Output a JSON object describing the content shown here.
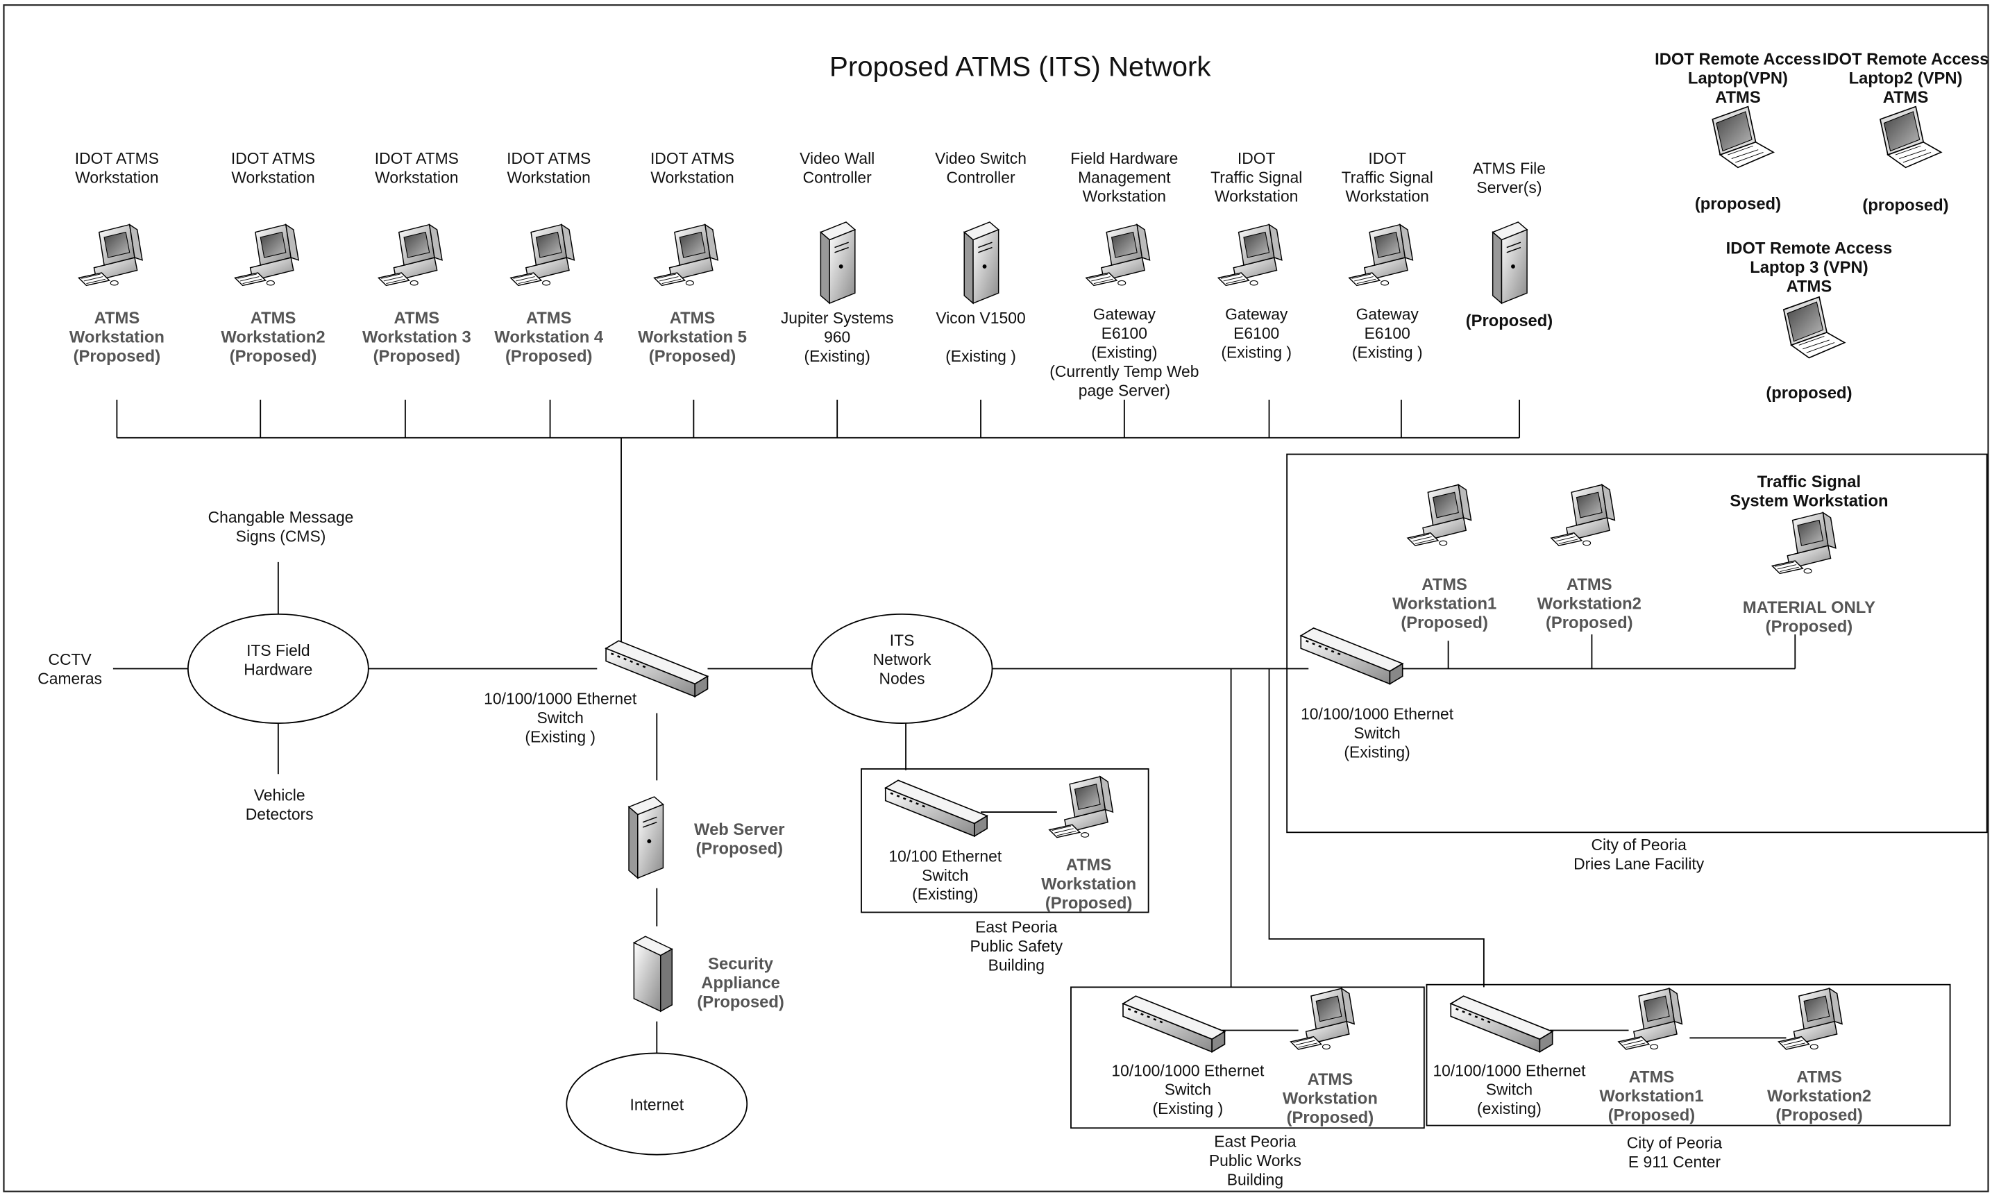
{
  "title": "Proposed ATMS  (ITS)  Network",
  "top_nodes": [
    {
      "head": [
        "IDOT ATMS",
        "Workstation"
      ],
      "foot": [
        "ATMS",
        "Workstation",
        "(Proposed)"
      ]
    },
    {
      "head": [
        "IDOT ATMS",
        "Workstation"
      ],
      "foot": [
        "ATMS",
        "Workstation2",
        "(Proposed)"
      ]
    },
    {
      "head": [
        "IDOT ATMS",
        "Workstation"
      ],
      "foot": [
        "ATMS",
        "Workstation 3",
        "(Proposed)"
      ]
    },
    {
      "head": [
        "IDOT ATMS",
        "Workstation"
      ],
      "foot": [
        "ATMS",
        "Workstation 4",
        "(Proposed)"
      ]
    },
    {
      "head": [
        "IDOT ATMS",
        "Workstation"
      ],
      "foot": [
        "ATMS",
        "Workstation 5",
        "(Proposed)"
      ]
    },
    {
      "head": [
        "Video Wall",
        "Controller"
      ],
      "foot": [
        "Jupiter Systems",
        "960",
        "(Existing)"
      ]
    },
    {
      "head": [
        "Video Switch",
        "Controller"
      ],
      "foot": [
        "Vicon V1500",
        "",
        "(Existing )"
      ]
    },
    {
      "head": [
        "Field Hardware",
        "Management",
        "Workstation"
      ],
      "foot": [
        "Gateway",
        "E6100",
        "(Existing)",
        "(Currently Temp Web",
        "page Server)"
      ]
    },
    {
      "head": [
        "IDOT",
        "Traffic Signal",
        "Workstation"
      ],
      "foot": [
        "Gateway",
        "E6100",
        "(Existing )"
      ]
    },
    {
      "head": [
        "IDOT",
        "Traffic Signal",
        "Workstation"
      ],
      "foot": [
        "Gateway",
        "E6100",
        "(Existing )"
      ]
    },
    {
      "head": [
        "ATMS File",
        "Server(s)"
      ],
      "foot": [
        "(Proposed)"
      ]
    }
  ],
  "laptops": [
    {
      "head": [
        "IDOT Remote Access",
        "Laptop(VPN)",
        "ATMS"
      ],
      "foot": "(proposed)"
    },
    {
      "head": [
        "IDOT Remote Access",
        "Laptop2 (VPN)",
        "ATMS"
      ],
      "foot": "(proposed)"
    },
    {
      "head": [
        "IDOT Remote Access",
        "Laptop 3 (VPN)",
        "ATMS"
      ],
      "foot": "(proposed)"
    }
  ],
  "field": {
    "cms": [
      "Changable Message",
      "Signs (CMS)"
    ],
    "cctv": [
      "CCTV",
      "Cameras"
    ],
    "hub": [
      "ITS Field",
      "Hardware"
    ],
    "vehicle": [
      "Vehicle",
      "Detectors"
    ]
  },
  "main_switch": [
    "10/100/1000 Ethernet",
    "Switch",
    "(Existing )"
  ],
  "its_nodes": [
    "ITS",
    "Network",
    "Nodes"
  ],
  "web_server": [
    "Web Server",
    "(Proposed)"
  ],
  "security": [
    "Security",
    "Appliance",
    "(Proposed)"
  ],
  "internet": "Internet",
  "dries_lane": {
    "caption": [
      "City of Peoria",
      "Dries Lane Facility"
    ],
    "switch": [
      "10/100/1000 Ethernet",
      "Switch",
      "(Existing)"
    ],
    "ws1": [
      "ATMS",
      "Workstation1",
      "(Proposed)"
    ],
    "ws2": [
      "ATMS",
      "Workstation2",
      "(Proposed)"
    ],
    "ws3_head": [
      "Traffic Signal",
      "System Workstation"
    ],
    "ws3": [
      "MATERIAL ONLY",
      "(Proposed)"
    ]
  },
  "ep_safety": {
    "caption": [
      "East Peoria",
      "Public Safety",
      "Building"
    ],
    "switch": [
      "10/100 Ethernet",
      "Switch",
      "(Existing)"
    ],
    "ws": [
      "ATMS",
      "Workstation",
      "(Proposed)"
    ]
  },
  "ep_works": {
    "caption": [
      "East Peoria",
      "Public Works",
      "Building"
    ],
    "switch": [
      "10/100/1000 Ethernet",
      "Switch",
      "(Existing )"
    ],
    "ws": [
      "ATMS",
      "Workstation",
      "(Proposed)"
    ]
  },
  "e911": {
    "caption": [
      "City of Peoria",
      "E 911 Center"
    ],
    "switch": [
      "10/100/1000 Ethernet",
      "Switch",
      "(existing)"
    ],
    "ws1": [
      "ATMS",
      "Workstation1",
      "(Proposed)"
    ],
    "ws2": [
      "ATMS",
      "Workstation2",
      "(Proposed)"
    ]
  }
}
